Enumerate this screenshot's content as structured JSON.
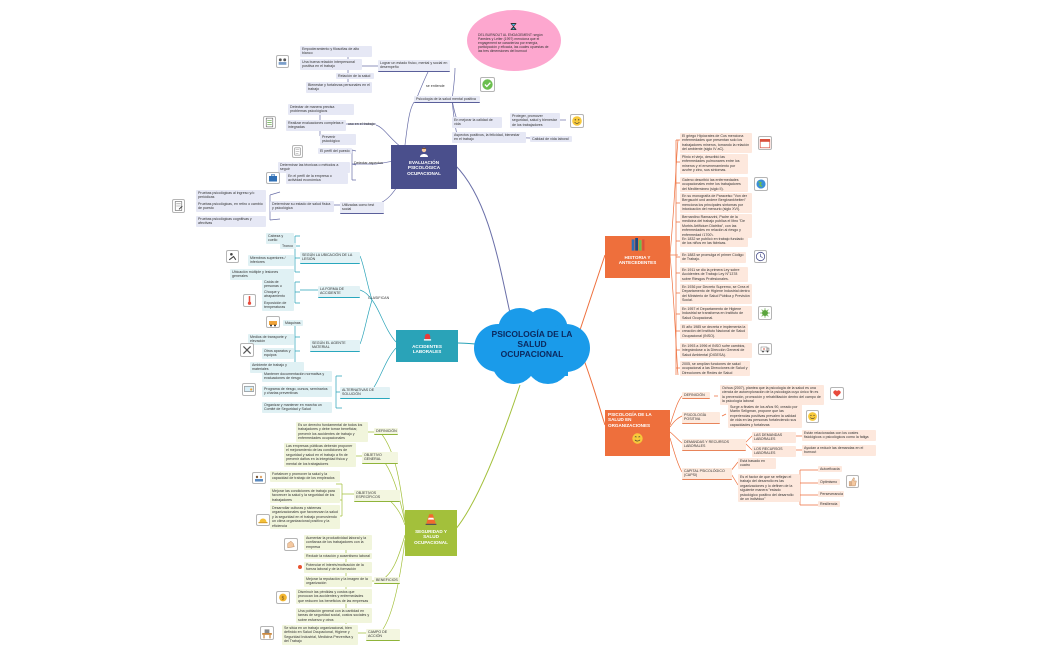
{
  "central": {
    "title": "PSICOLOGÍA DE LA SALUD OCUPACIONAL"
  },
  "colors": {
    "central": "#1a9bea",
    "blue": "#4a4f8c",
    "cyan": "#2aa3b8",
    "green": "#a3c03b",
    "orange": "#ee6f3c",
    "pink": "#fda7cf"
  },
  "evaluacion": {
    "title": "EVALUACIÓN PSICOLÓGICA OCUPACIONAL",
    "lograr": "Lograr un estado físico, mental y social en desempeño",
    "lograr_items": [
      "Empoderamiento y filosofías de alto blanco",
      "Una buena relación interpersonal positiva en el trabajo",
      "Relación de la salud",
      "Bienestar y fortalezas personales en el trabajo"
    ],
    "psicologia": "Psicología de la salud mental positiva",
    "mejorar": "En mejorar la calidad de vida",
    "proteger": "Proteger, promover seguridad, salud y bienestar de los trabajadores",
    "aspectos": "Aspectos positivos, la felicidad, bienestar en el trabajo",
    "calidad": "Calidad de vida laboral",
    "uso": "uso en el trabajo",
    "uso_items": [
      "Detectar de manera precisa problemas psicológicos",
      "Realizar evaluaciones completas e integradas",
      "Prevenir psicológico"
    ],
    "detectar": "Detectar aspectos",
    "detectar_items": [
      "El perfil del puesto",
      "Determinar las técnicas o métodos a seguir",
      "En el perfil de la empresa o actividad económica"
    ],
    "utilizar": "Utilizadas como test social",
    "utilizar_items": [
      "Pruebas psicológicas al ingreso y/o periódicas",
      "Pruebas psicológicas, en retiro o cambio de puesto",
      "Pruebas psicológicas cognitivas y afectivas"
    ],
    "determinar": "Determinar su estado de salud física y psicológica",
    "pendulo": "se entiende"
  },
  "pink": {
    "text": "DEL BURNOUT AL ENGAGEMENT: según Paredes y Leiter (1997) menciona que el engagement se caracteriza por energía, participación y eficacia, las cuales opuestas de las tres dimensiones del burnout"
  },
  "accidentes": {
    "title": "ACCIDENTES LABORALES",
    "clasificacion": "CLASIFICAN",
    "ubicacion": "SEGÚN LA UBICACIÓN DE LA LESIÓN",
    "ubicacion_items": [
      "Cabeza y cuello",
      "Tronco",
      "Miembros superiores / inferiores",
      "Ubicación múltiple y lesiones generales"
    ],
    "forma": "LA FORMA DE ACCIDENTE",
    "forma_items": [
      "Caída de personas u objetos",
      "Choque y atrapamiento",
      "Exposición de temperaturas"
    ],
    "agente": "SEGÚN EL AGENTE MATERIAL",
    "agente_items": [
      "Máquinas",
      "Medios de transporte y elevación",
      "Otros aparatos y equipos",
      "Ambiente de trabajo y materiales"
    ],
    "alternativas": "ALTERNATIVAS DE SOLUCIÓN",
    "alternativas_items": [
      "Mantener documentación normativa y evaluaciones de riesgo",
      "Programa de riesgo, cursos, seminarios y charlas preventivas",
      "Organizar y mantener en marcha un Comité de Seguridad y Salud"
    ]
  },
  "seguridad": {
    "title": "SEGURIDAD Y SALUD OCUPACIONAL",
    "definicion": "DEFINICIÓN",
    "definicion_text": "Es un derecho fundamental de todos los trabajadores y debe tomar beneficiar, prevenir los accidentes de trabajo y enfermedades ocupacionales",
    "general": "OBJETIVO GENERAL",
    "general_text": "Las empresas públicas deberán proponer el mejoramiento de las condiciones de seguridad y salud en el trabajo a fin de prevenir daños en la integridad física y mental de los trabajadores",
    "especificos": "OBJETIVOS ESPECÍFICOS",
    "especificos_items": [
      "Fortalecer y promover la salud y la capacidad de trabajo de los empleados",
      "Mejorar las condiciones de trabajo para favorecer la salud y la seguridad de los trabajadores",
      "Desarrollar culturas y sistemas organizacionales que favorezcan la salud y la seguridad en el trabajo promoviendo un clima organizacional positivo y la eficiencia"
    ],
    "beneficios": "BENEFICIOS",
    "beneficios_items": [
      "Aumentar la productividad laboral y la confianza de los trabajadores con la empresa",
      "Reducir la rotación y ausentismo laboral",
      "Potenciar el interés/motivación de la fuerza laboral y de la formación",
      "Mejorar la reputación y la imagen de la organización",
      "Disminuir las pérdidas y costos que provocan los accidentes y enfermedades que reducen los beneficios de las empresas",
      "Una población general con la cantidad en tareas de seguridad social, costos sociales y sobre esfuerzo y otros"
    ],
    "campo": "CAMPO DE ACCIÓN",
    "campo_text": "Se sitúa en un trabajo organizacional, bien definido en Salud Ocupacional, Higiene y Seguridad Industrial, Medicina Preventiva y del Trabajo"
  },
  "historia": {
    "title": "HISTORIA Y ANTECEDENTES",
    "items": [
      "El griego Hipócrates de Cos menciona enfermedades que presentan solo los trabajadores mineros, tomando la relación del ambiente (siglo IV aC).",
      "Plinio el viejo, describió las enfermedades pulmonares entre los mineros y el envenenamiento por azufre y zinc, sus síntomas.",
      "Galeno describió las enfermedades ocupacionales entre los trabajadores del Mediterráneo (siglo II).",
      "En su monografía de Paracelso \"Von der Bergsucht und andere Bergkrankheiten\" menciona los principales síntomas por intoxicación del mercurio (siglo XVI).",
      "Bernardino Ramazzini, Padre de la medicina del trabajo publica el libro \"De Morbis Artificium Diatriba\", con las enfermedades en relación al riesgo y enfermedad (1700).",
      "En 1832 se publicó en trabajo fundado de los niños en las fábricas.",
      "En 1883 se promulga el primer Código de Trabajo.",
      "En 1911 se dio la primera Ley sobre Accidentes de Trabajo Ley N°1378 sobre Riesgos Profesionales.",
      "En 1936 por Decreto Supremo, se Crea el Departamento de Higiene Industrial dentro del Ministerio de Salud Pública y Previsión Social.",
      "En 1957 el Departamento de Higiene Industrial se transforma en Instituto de Salud Ocupacional.",
      "El año 1985 se decreta e implementa la creación del Instituto Nacional de Salud Ocupacional (INSO).",
      "En 1993 a 1996 el INSO sufre cambios, integrándose a la Dirección General de Salud Ambiental (DIGESA).",
      "2005, se amplían funciones de salud ocupacional a las Direcciones de Salud y Direcciones de Redes de Salud"
    ]
  },
  "organizaciones": {
    "title": "PSICOLOGÍA DE LA SALUD EN ORGANIZACIONES",
    "definicion": "DEFINICIÓN",
    "definicion_text": "Ochoa (2007), plantea que la psicología de la salud es una ciencia de autoexploración de la psicología cuyo único fin es la prevención, promoción y rehabilitación dentro del campo de la psicología laboral",
    "positiva": "PSICOLOGÍA POSITIVA",
    "positiva_text": "Surge a finales de los años 90, creado por Martin Seligman, propone que las experiencias positivas prevalen la calidad de vida en las personas fortaleciendo sus capacidades y fortalezas",
    "demandas": "DEMANDAS Y RECURSOS LABORALES",
    "demandas_items": [
      "LAS DEMANDAS LABORALES",
      "LOS RECURSOS LABORALES"
    ],
    "demandas_texts": [
      "Están relacionadas con los costes fisiológicos o psicológicos como la fatiga",
      "Ayudan a reducir las demandas en el burnout"
    ],
    "capital": "CAPITAL PSICOLÓGICO (CAPSI)",
    "capital_items": [
      "Está basado en cuatro",
      "Es el factor de que se reflejan el trabajo del desarrollo es las organizaciones y lo definen de la siguiente manera \"estado psicológico positivo del desarrollo de un individuo\""
    ],
    "capital_sub": [
      "Autoeficacia",
      "Optimismo",
      "Perseverancia",
      "Resiliencia"
    ]
  }
}
